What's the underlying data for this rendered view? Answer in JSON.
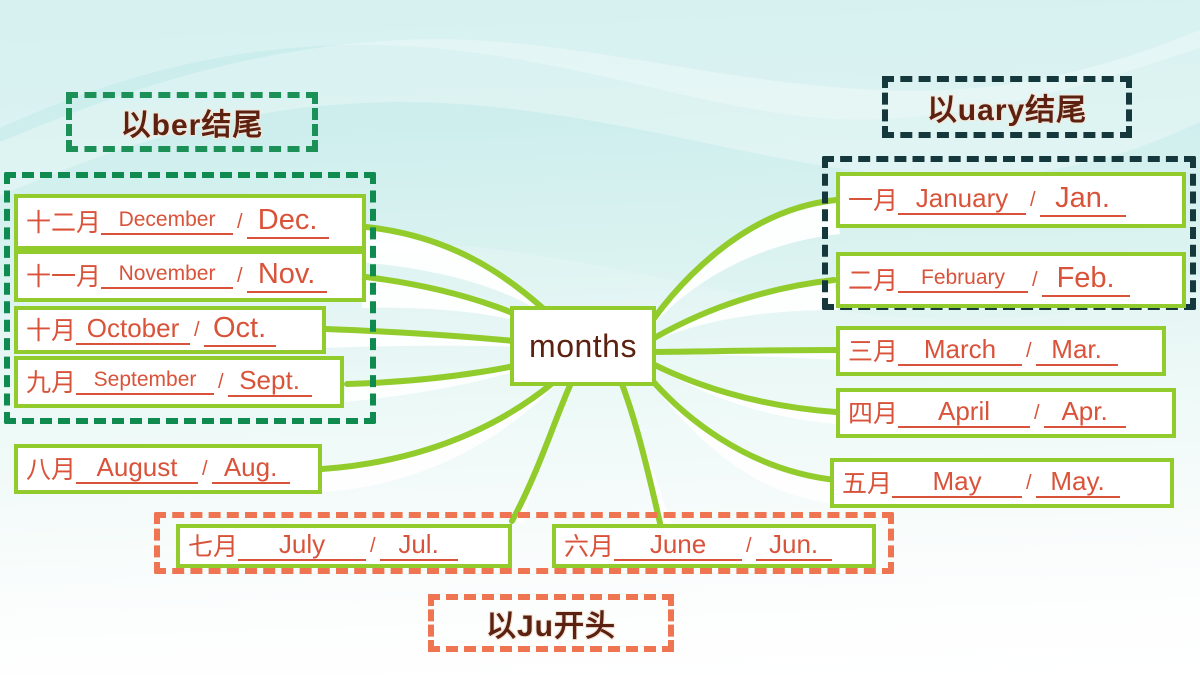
{
  "center": {
    "label": "months"
  },
  "colors": {
    "card_border": "#92cc2c",
    "card_text": "#d9533a",
    "caption_text": "#5c2111",
    "group_ber": "#0f8b4f",
    "group_uary": "#15383c",
    "group_ju": "#ef7552",
    "connector": "#92cc2c",
    "background_top": "#c9ecec",
    "background_bottom": "#ffffff"
  },
  "groups": [
    {
      "key": "ber",
      "caption": "以ber结尾"
    },
    {
      "key": "uary",
      "caption": "以uary结尾"
    },
    {
      "key": "ju",
      "caption": "以Ju开头"
    }
  ],
  "separator": "/",
  "months": [
    {
      "cn": "十二月",
      "full": "December",
      "abbr": "Dec.",
      "group": "ber"
    },
    {
      "cn": "十一月",
      "full": "November",
      "abbr": "Nov.",
      "group": "ber"
    },
    {
      "cn": "十月",
      "full": "October",
      "abbr": "Oct.",
      "group": "ber"
    },
    {
      "cn": "九月",
      "full": "September",
      "abbr": "Sept.",
      "group": "ber"
    },
    {
      "cn": "八月",
      "full": "August",
      "abbr": "Aug.",
      "group": "none"
    },
    {
      "cn": "七月",
      "full": "July",
      "abbr": "Jul.",
      "group": "ju"
    },
    {
      "cn": "六月",
      "full": "June",
      "abbr": "Jun.",
      "group": "ju"
    },
    {
      "cn": "一月",
      "full": "January",
      "abbr": "Jan.",
      "group": "uary"
    },
    {
      "cn": "二月",
      "full": "February",
      "abbr": "Feb.",
      "group": "uary"
    },
    {
      "cn": "三月",
      "full": "March",
      "abbr": "Mar.",
      "group": "none"
    },
    {
      "cn": "四月",
      "full": "April",
      "abbr": "Apr.",
      "group": "none"
    },
    {
      "cn": "五月",
      "full": "May",
      "abbr": "May.",
      "group": "none"
    }
  ]
}
